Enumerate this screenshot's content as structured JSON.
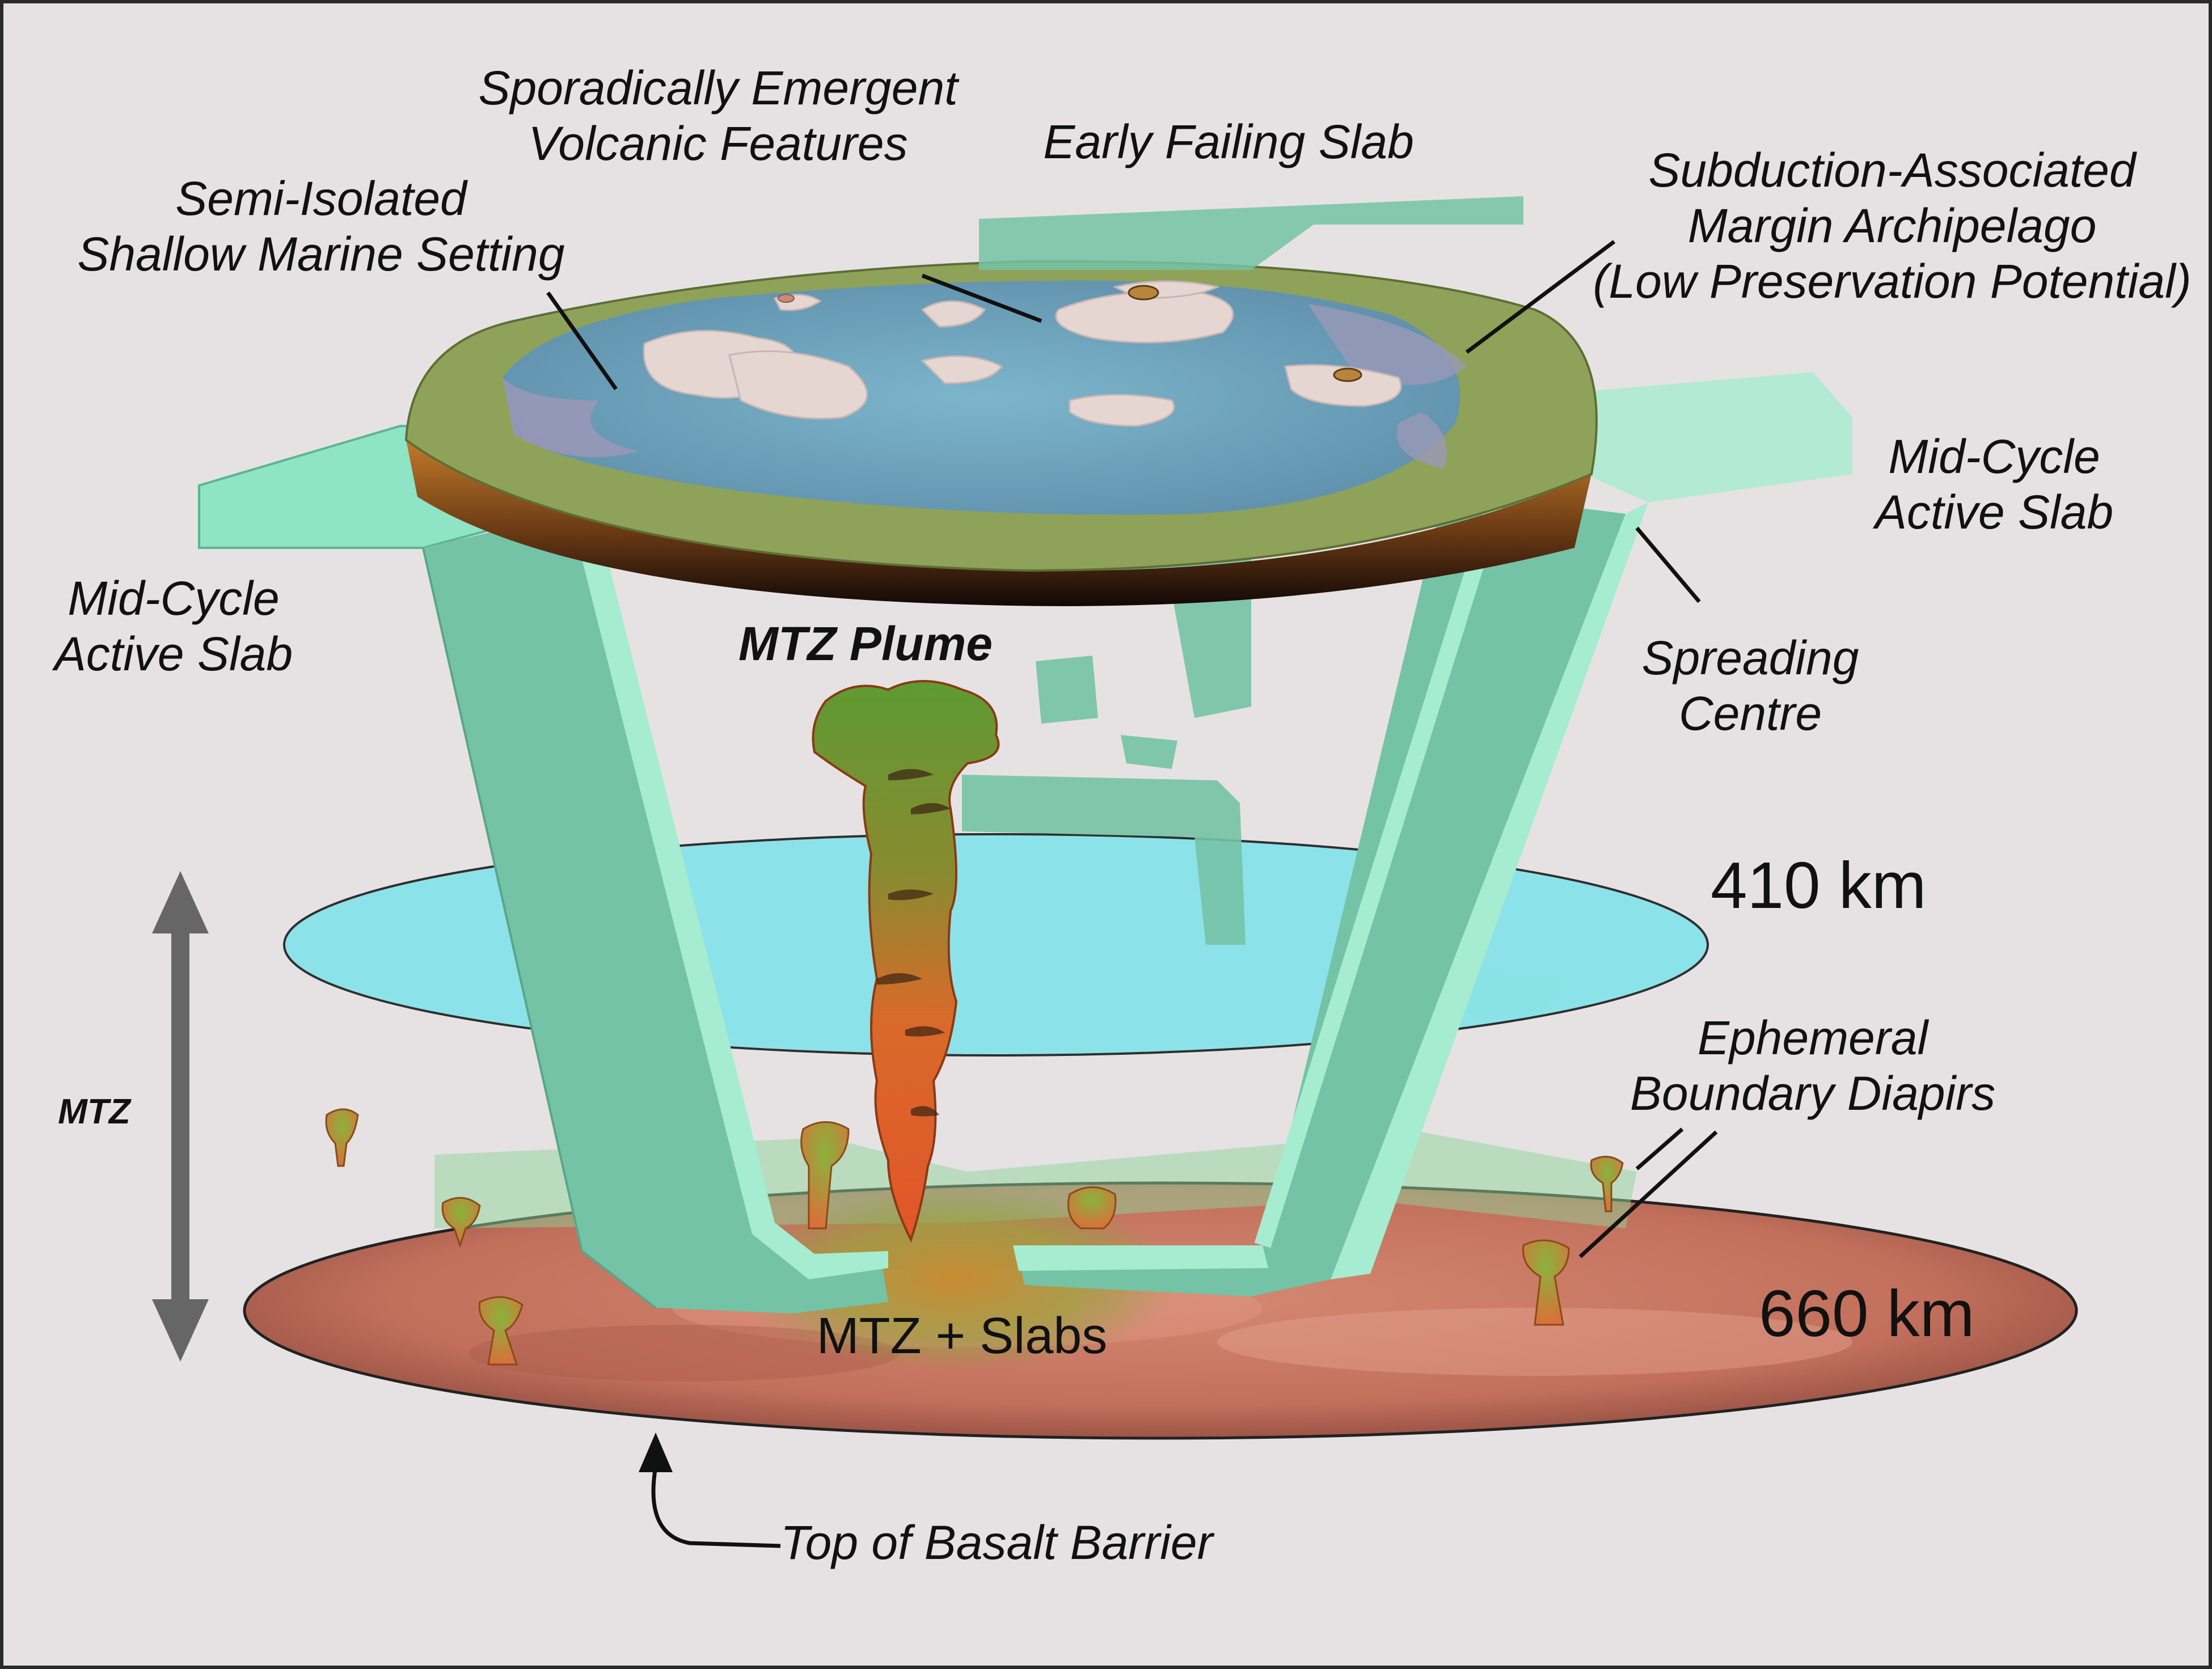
{
  "labels": {
    "volcanic": [
      "Sporadically Emergent",
      "Volcanic Features"
    ],
    "early_slab": "Early Failing Slab",
    "shallow_marine": [
      "Semi-Isolated",
      "Shallow Marine Setting"
    ],
    "archipelago": [
      "Subduction-Associated",
      "Margin Archipelago",
      "(Low Preservation Potential)"
    ],
    "mid_slab_right": [
      "Mid-Cycle",
      "Active Slab"
    ],
    "mid_slab_left": [
      "Mid-Cycle",
      "Active Slab"
    ],
    "mtz_plume": "MTZ Plume",
    "spreading": [
      "Spreading",
      "Centre"
    ],
    "km410": "410 km",
    "mtz": "MTZ",
    "diapirs": [
      "Ephemeral",
      "Boundary Diapirs"
    ],
    "km660": "660 km",
    "mtz_slabs": "MTZ + Slabs",
    "basalt": "Top of Basalt Barrier"
  },
  "colors": {
    "background": "#e6e2e4",
    "slab": "#74c3a6",
    "slab_light": "#a6ecd0",
    "boundary_410": "#86e3ea",
    "boundary_660": "#c2705c",
    "plume_top": "#5e9a32",
    "plume_bottom": "#e2552a",
    "ocean": "#6fa9c2",
    "land": "#8fa25a",
    "island": "#e6d6d2",
    "arrow": "#666666"
  }
}
